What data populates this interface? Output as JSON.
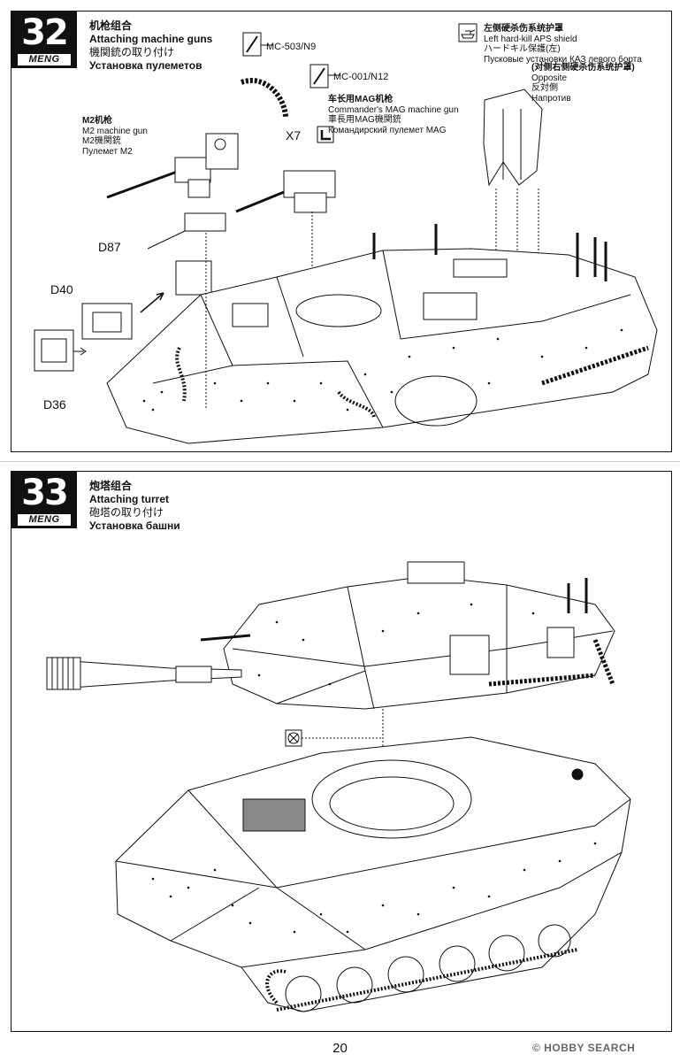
{
  "step32": {
    "number": "32",
    "brand": "MENG",
    "title_zh": "机枪组合",
    "title_en": "Attaching machine guns",
    "title_ja": "機関銃の取り付け",
    "title_ru": "Установка пулеметов",
    "part_mc503": "MC-503/N9",
    "part_mc001": "MC-001/N12",
    "qty": "X7",
    "m2_zh": "M2机枪",
    "m2_en": "M2 machine gun",
    "m2_ja": "M2機関銃",
    "m2_ru": "Пулемет M2",
    "mag_zh": "车长用MAG机枪",
    "mag_en": "Commander's MAG machine gun",
    "mag_ja": "車長用MAG機関銃",
    "mag_ru": "Командирский пулемет MAG",
    "aps_zh": "左侧硬杀伤系统护罩",
    "aps_en": "Left hard-kill APS shield",
    "aps_ja": "ハードキル保護(左)",
    "aps_ru": "Пусковые установки КАЗ левого борта",
    "opp_zh": "(对侧右侧硬杀伤系统护罩)",
    "opp_en": "Opposite",
    "opp_ja": "反対側",
    "opp_ru": "Напротив",
    "d87": "D87",
    "d40": "D40",
    "d36": "D36"
  },
  "step33": {
    "number": "33",
    "brand": "MENG",
    "title_zh": "炮塔组合",
    "title_en": "Attaching turret",
    "title_ja": "砲塔の取り付け",
    "title_ru": "Установка башни"
  },
  "page_number": "20",
  "watermark": "© HOBBY SEARCH",
  "icons": {
    "cement": "glue-tube-icon",
    "qty": "boot-icon",
    "aps_marker": "tank-silhouette-icon",
    "no_glue": "no-cement-icon"
  }
}
